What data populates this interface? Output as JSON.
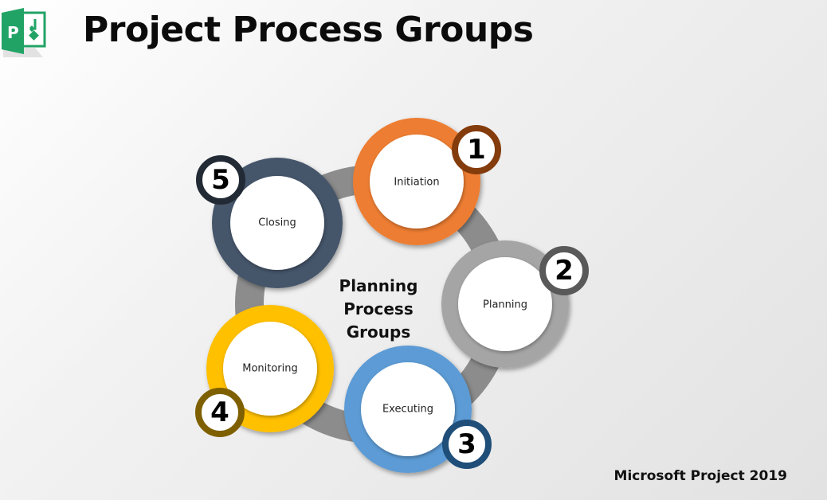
{
  "header": {
    "title": "Project Process Groups",
    "logo_icon": "microsoft-project-logo",
    "logo_letter": "P"
  },
  "diagram": {
    "center_label": [
      "Planning",
      "Process",
      "Groups"
    ],
    "ring_color": "#8c8c8c",
    "stages": [
      {
        "number": "1",
        "label": "Initiation",
        "color": "#ed7d31",
        "badge_color": "#843c0c"
      },
      {
        "number": "2",
        "label": "Planning",
        "color": "#a5a5a5",
        "badge_color": "#595959"
      },
      {
        "number": "3",
        "label": "Executing",
        "color": "#5b9bd5",
        "badge_color": "#1f4e79"
      },
      {
        "number": "4",
        "label": "Monitoring",
        "color": "#ffc000",
        "badge_color": "#7f6000"
      },
      {
        "number": "5",
        "label": "Closing",
        "color": "#44546a",
        "badge_color": "#222a35"
      }
    ]
  },
  "footer": {
    "text": "Microsoft Project 2019"
  },
  "colors": {
    "logo_green": "#21a366",
    "logo_dark_green": "#107c41"
  }
}
